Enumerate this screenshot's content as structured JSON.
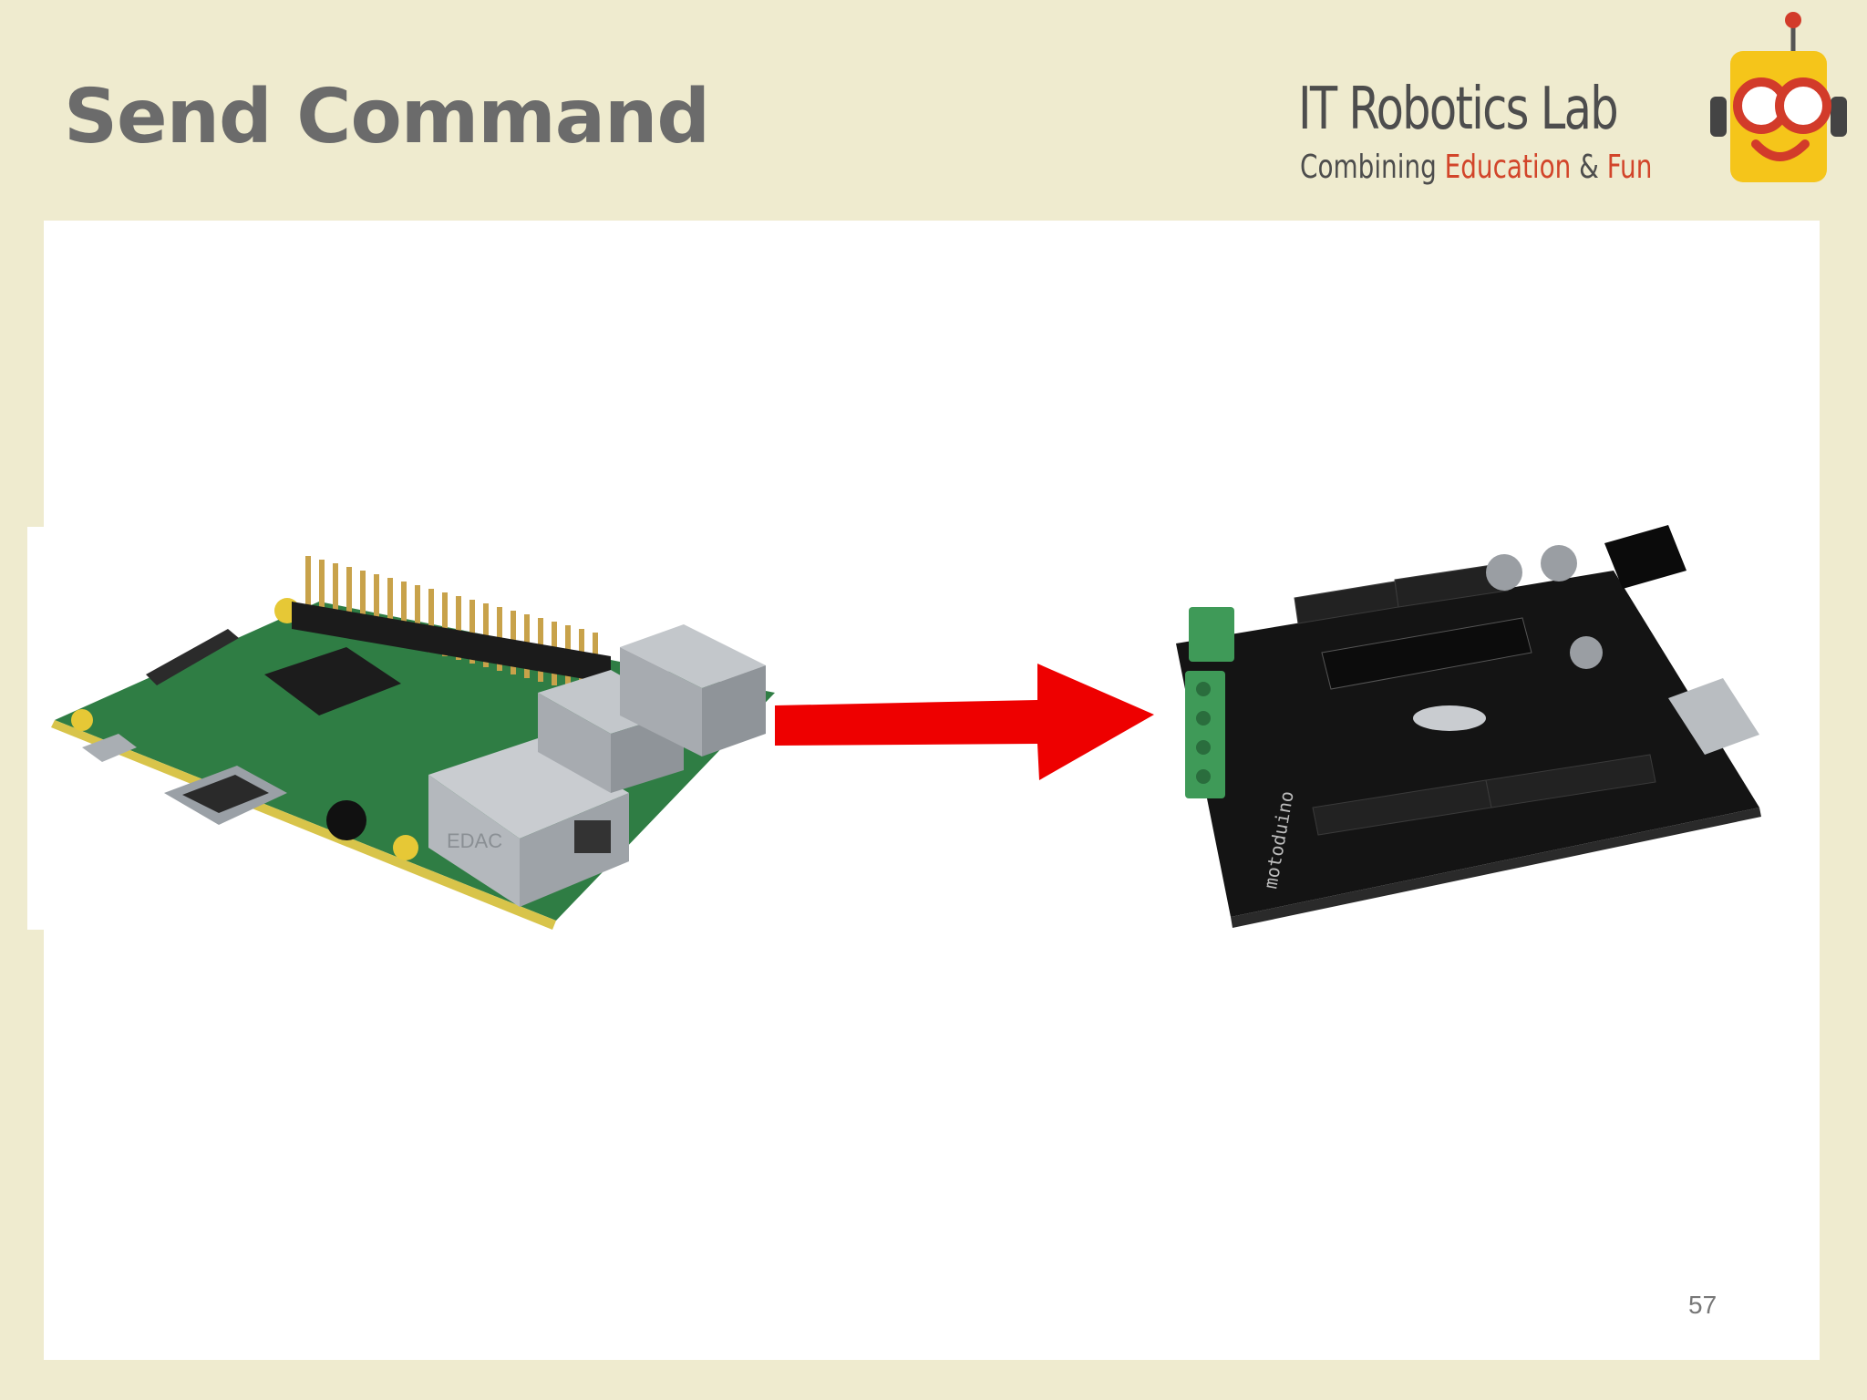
{
  "slide": {
    "title": "Send Command",
    "page_number": "57"
  },
  "logo": {
    "name": "IT Robotics Lab",
    "tagline_part1": "Combining ",
    "tagline_highlight1": "Education",
    "tagline_part2": " & ",
    "tagline_highlight2": "Fun",
    "icon": "robot-face-icon"
  },
  "diagram": {
    "source_device_icon": "raspberry-pi-board",
    "target_device_icon": "motoduino-board",
    "connector_icon": "red-right-arrow",
    "source_chip_label": "EDAC",
    "target_board_label": "motoduino"
  },
  "colors": {
    "background": "#efebcf",
    "panel": "#ffffff",
    "title": "#6b6b6b",
    "arrow": "#ee0000",
    "logo_accent": "#d2452a",
    "robot_yellow": "#f5c51a",
    "pcb_green": "#2e7d46",
    "pcb_black": "#151515"
  }
}
